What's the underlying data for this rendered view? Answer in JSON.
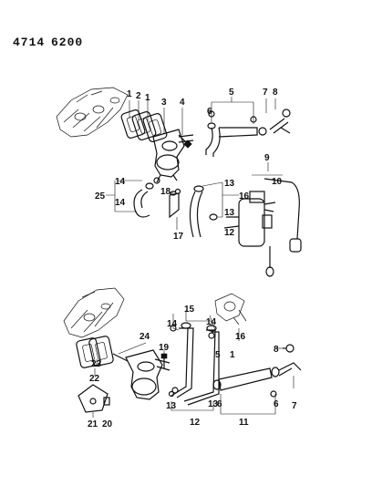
{
  "header": {
    "code_left": "4714",
    "code_right": "6200"
  },
  "top_group": {
    "callouts": [
      "1",
      "2",
      "1",
      "3",
      "4",
      "5",
      "6",
      "7",
      "8",
      "9",
      "10",
      "14",
      "25",
      "14",
      "18",
      "13",
      "16",
      "13",
      "17",
      "12"
    ]
  },
  "bottom_group": {
    "callouts": [
      "14",
      "15",
      "14",
      "24",
      "23",
      "22",
      "19",
      "16",
      "8",
      "6",
      "11",
      "6",
      "7",
      "13",
      "13",
      "12",
      "21",
      "20",
      "5",
      "1"
    ]
  }
}
